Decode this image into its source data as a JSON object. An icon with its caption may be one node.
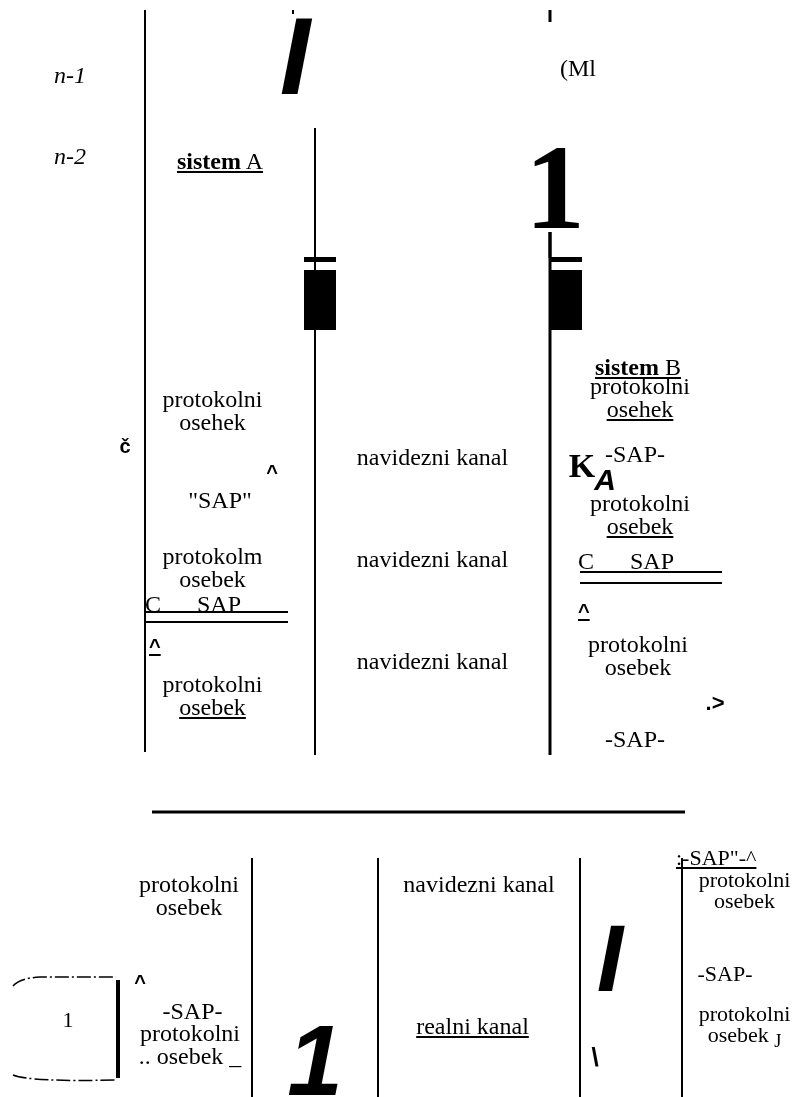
{
  "diagram": {
    "labels": [
      "n-1",
      "I",
      "(Ml",
      "n-2",
      "**sistem** A",
      "1",
      "protokolni osehek",
      "sistem B",
      "protokolni osehek",
      "č",
      "navidezni kanal",
      "-SAP-",
      "^",
      "K",
      "A",
      "\"SAP\"",
      "protokolni osebek",
      "protokolm osebek",
      "navidezni kanal",
      "C SAP",
      "C SAP",
      "^",
      "^",
      "protokolni osebek",
      "navidezni kanal",
      "protokolni osebek",
      ".>",
      "-SAP-",
      ":-SAP\"-^",
      "protokolni osebek",
      "navidezni kanal",
      "protokolni osebek",
      "I",
      "^",
      "-SAP-",
      "1",
      "-SAP-",
      "protokolni .. osebek _",
      "realni kanal",
      "protokolni osebek $_{J}$",
      "1",
      "\\"
    ]
  }
}
